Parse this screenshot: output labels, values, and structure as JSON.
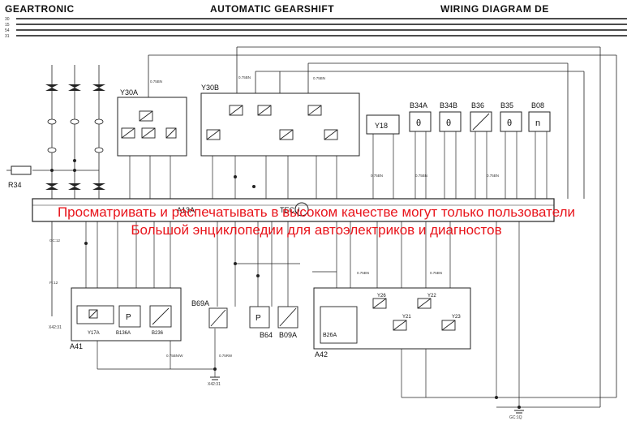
{
  "header": {
    "left": "GEARTRONIC",
    "center": "AUTOMATIC GEARSHIFT",
    "right": "WIRING DIAGRAM DE",
    "bus_labels": [
      "30",
      "15",
      "54",
      "31"
    ]
  },
  "watermark": {
    "line1": "Просматривать и распечатывать в высоком качестве могут только пользователи",
    "line2": "Большой энциклопедии для автоэлектриков и диагностов"
  },
  "components": {
    "y30a": "Y30A",
    "y30b": "Y30B",
    "y18": "Y18",
    "b34a": "B34A",
    "b34b": "B34B",
    "b36": "B36",
    "b35": "B35",
    "b08": "B08",
    "r34": "R34",
    "a13a": "A13A",
    "tecu": "TECU",
    "a41": "A41",
    "y17a": "Y17A",
    "b136a": "B136A",
    "b236": "B236",
    "b69a": "B69A",
    "b64": "B64",
    "b09a": "B09A",
    "a42": "A42",
    "b26a": "B26A",
    "y26": "Y26",
    "y21": "Y21",
    "y22": "Y22",
    "y23": "Y23"
  },
  "wires": {
    "rb1": "0.75BN",
    "rb2": "0.75BN",
    "rb3": "0.75BN",
    "ra1": "0.75BN",
    "ra2": "0.75BN",
    "rb4": "0.75BN",
    "gc": "GC:12",
    "fi": "FI:12",
    "rb5": "0.75BN",
    "rb6": "0.75BN",
    "ground": "X42:31",
    "ground2": "GC:1Q",
    "rw": "0.75RW",
    "bw": "0.75BN/W"
  },
  "icon_names": [
    "solenoid-icon",
    "sensor-icon",
    "resistor-icon",
    "fuse-icon",
    "ground-icon"
  ]
}
